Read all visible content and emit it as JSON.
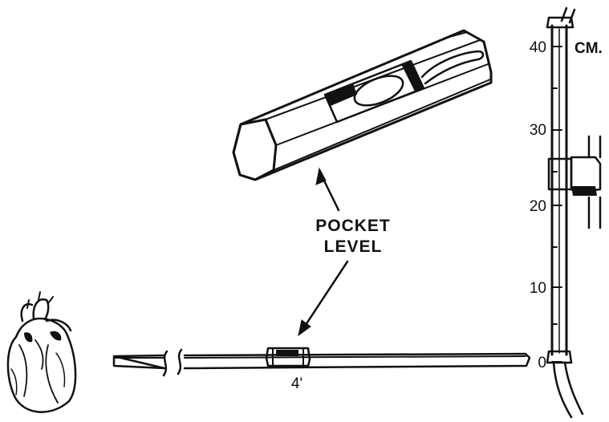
{
  "callout": {
    "line1": "POCKET",
    "line2": "LEVEL"
  },
  "board": {
    "length_label": "4'"
  },
  "scale": {
    "unit_label": "CM.",
    "ticks": [
      "40",
      "30",
      "20",
      "10",
      "0"
    ]
  },
  "colors": {
    "ink": "#111111",
    "paper": "#ffffff"
  }
}
